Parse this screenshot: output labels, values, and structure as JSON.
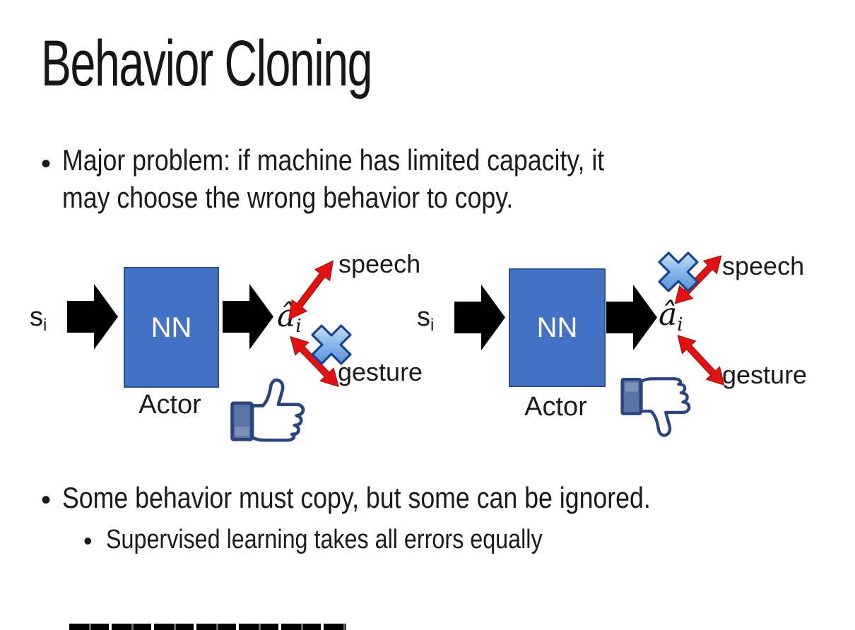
{
  "title": "Behavior Cloning",
  "bullets": {
    "marker": "•",
    "b1_line1": "Major problem: if machine has limited capacity, it",
    "b1_line2": "may choose the wrong behavior to copy.",
    "b2": "Some behavior must copy, but some can be ignored.",
    "b2_sub": "Supervised learning takes all errors equally"
  },
  "diagrams": {
    "left": {
      "input_base": "s",
      "input_sub": "i",
      "nn": "NN",
      "actor": "Actor",
      "output_base": "â",
      "output_sub": "i",
      "speech": "speech",
      "gesture": "gesture",
      "crossed_out": "gesture",
      "feedback_icon": "thumbs-up-icon"
    },
    "right": {
      "input_base": "s",
      "input_sub": "i",
      "nn": "NN",
      "actor": "Actor",
      "output_base": "â",
      "output_sub": "i",
      "speech": "speech",
      "gesture": "gesture",
      "crossed_out": "speech",
      "feedback_icon": "thumbs-down-icon"
    }
  },
  "colors": {
    "nn_box_fill": "#4472c4",
    "nn_box_border": "#2f528f",
    "nn_text": "#ffffff",
    "block_arrow": "#000000",
    "double_arrow_red": "#e31212",
    "cross_icon_blue": "#3f7fd4",
    "cross_icon_outline": "#17418e",
    "thumb_outline_navy": "#29447e",
    "thumb_cuff_fill": "#5b74a8",
    "text_color": "#1a1a1a"
  }
}
